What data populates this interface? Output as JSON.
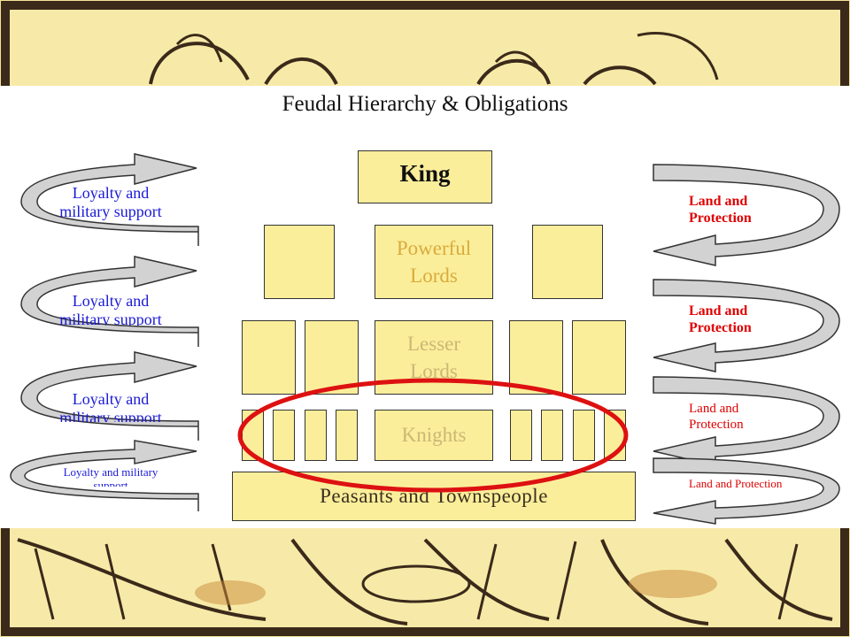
{
  "title": "Feudal Hierarchy & Obligations",
  "levels": {
    "king": "King",
    "powerful_lords": [
      "Powerful",
      "Lords"
    ],
    "lesser_lords": [
      "Lesser",
      "Lords"
    ],
    "knights": "Knights",
    "peasants": "Peasants and Townspeople"
  },
  "left_arrows": [
    {
      "line1": "Loyalty and",
      "line2": "military support"
    },
    {
      "line1": "Loyalty and",
      "line2": "military support"
    },
    {
      "line1": "Loyalty and",
      "line2": "military support"
    },
    {
      "line1": "Loyalty and military",
      "line2": "support"
    }
  ],
  "right_arrows": [
    {
      "line1": "Land and",
      "line2": "Protection"
    },
    {
      "line1": "Land and",
      "line2": "Protection"
    },
    {
      "line1": "Land and",
      "line2": "Protection"
    },
    {
      "line1": "Land and Protection",
      "line2": ""
    }
  ],
  "colors": {
    "box_fill": "#fbee9a",
    "left_text": "#1a1ad6",
    "right_text": "#e00000",
    "highlight_ellipse": "#dd1111"
  }
}
